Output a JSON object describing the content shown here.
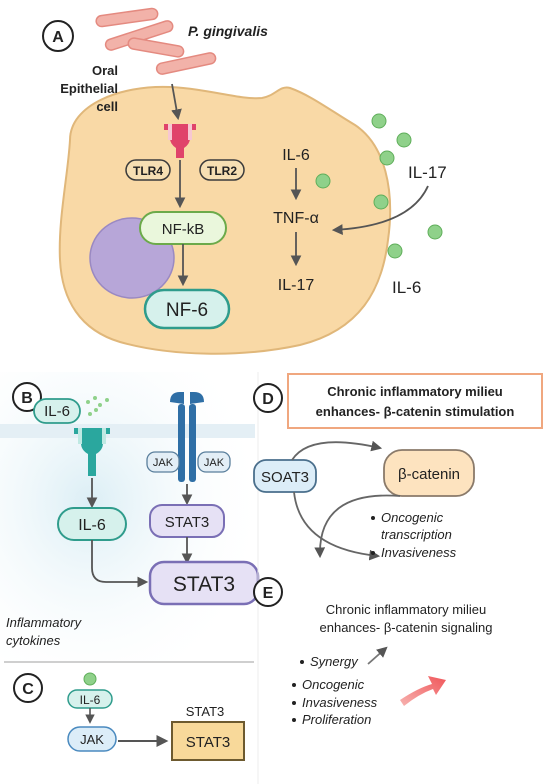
{
  "panels": {
    "a": {
      "letter": "A",
      "bacteria_label": "P. gingivalis",
      "cell_label": [
        "Oral",
        "Epithelial",
        "cell"
      ],
      "receptors": [
        "TLR4",
        "TLR2"
      ],
      "nucleus_pathway": [
        "NF-kB",
        "NF-6"
      ],
      "cascade": [
        "IL-6",
        "TNF-α",
        "IL-17"
      ],
      "outside_labels": [
        "IL-17",
        "IL-6"
      ]
    },
    "b": {
      "letter": "B",
      "ligand": "IL-6",
      "kinases": [
        "JAK",
        "JAK"
      ],
      "nodes": [
        "IL-6",
        "STAT3",
        "STAT3"
      ],
      "caption": [
        "Inflammatory",
        "cytokines"
      ]
    },
    "c": {
      "letter": "C",
      "nodes": [
        "IL-6",
        "JAK"
      ],
      "box_title": "STAT3",
      "box_label": "STAT3"
    },
    "d": {
      "letter": "D",
      "title": [
        "Chronic inflammatory milieu",
        "enhances- β-catenin stimulation"
      ],
      "nodes": [
        "SOAT3",
        "β-catenin"
      ],
      "bullets": [
        "Oncogenic",
        "transcription",
        "Invasiveness"
      ]
    },
    "e": {
      "letter": "E",
      "title": [
        "Chronic inflammatory milieu",
        "enhances- β-catenin signaling"
      ],
      "bullets": [
        "Synergy",
        "Oncogenic",
        "Invasiveness",
        "Proliferation"
      ]
    }
  },
  "colors": {
    "cell_fill": "#f9d9a6",
    "cell_stroke": "#e0b77a",
    "receptor_red": "#e0436a",
    "receptor_teal": "#2aa79e",
    "receptor_blue": "#2f6fa6",
    "nfkb_fill": "#eaf7dc",
    "nfkb_stroke": "#6caa4a",
    "teal_fill": "#d6f1ec",
    "teal_stroke": "#2f9c8c",
    "purple_fill": "#e6e1f5",
    "purple_stroke": "#7a6fb5",
    "beta_fill": "#fde3bf",
    "beta_stroke": "#8a7a6a",
    "gold_fill": "#f8d99a",
    "gold_stroke": "#6d5a2f",
    "green_dot": "#8fd18a",
    "title_box_stroke": "#f0a77f",
    "bacteria": "#e48a80"
  }
}
